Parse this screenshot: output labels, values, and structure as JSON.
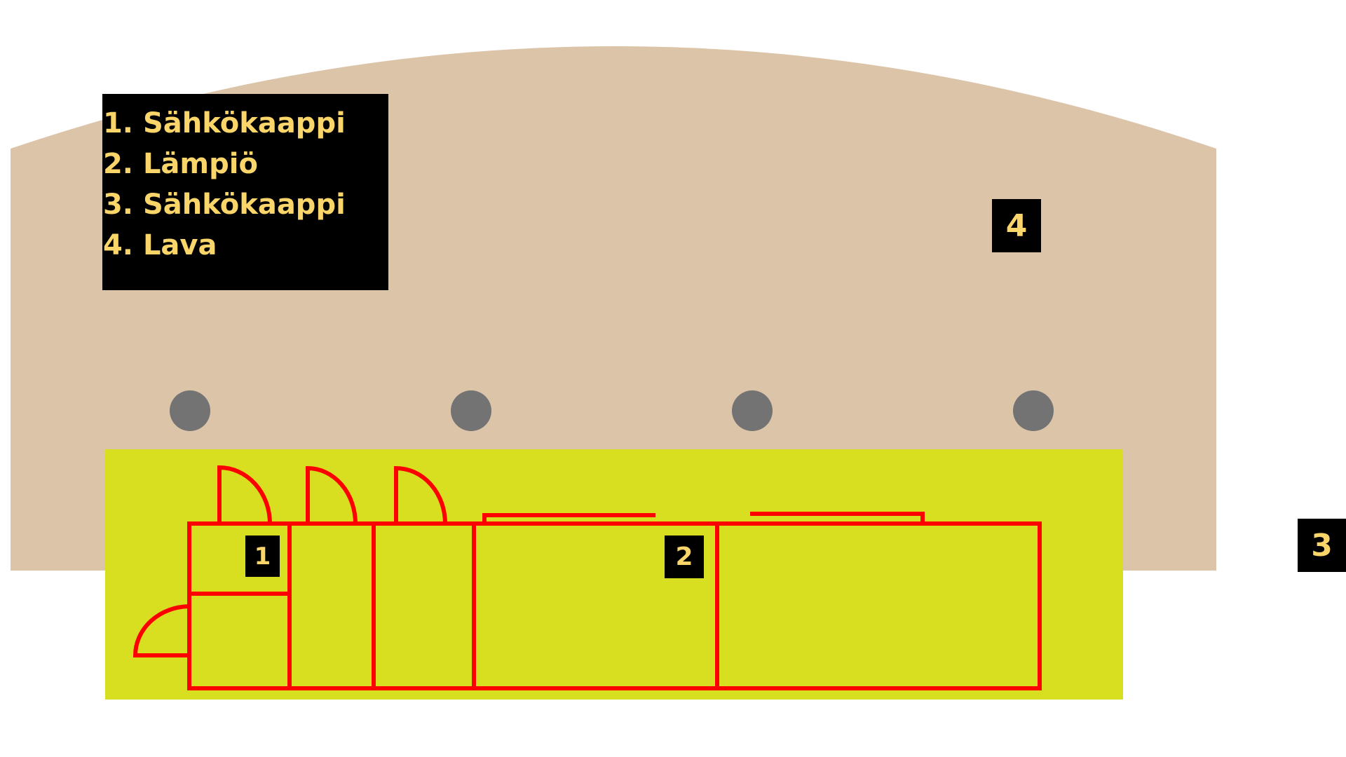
{
  "colors": {
    "stage": "#dcc4a8",
    "area": "#d8df20",
    "walls": "#ff0000",
    "pillar": "#737373",
    "label_bg": "#000000",
    "label_text": "#f9d56a"
  },
  "legend": {
    "items": [
      {
        "num": "1.",
        "label": "Sähkökaappi"
      },
      {
        "num": "2.",
        "label": "Lämpiö"
      },
      {
        "num": "3.",
        "label": "Sähkökaappi"
      },
      {
        "num": "4.",
        "label": "Lava"
      }
    ]
  },
  "markers": {
    "m1": "1",
    "m2": "2",
    "m3": "3",
    "m4": "4"
  }
}
